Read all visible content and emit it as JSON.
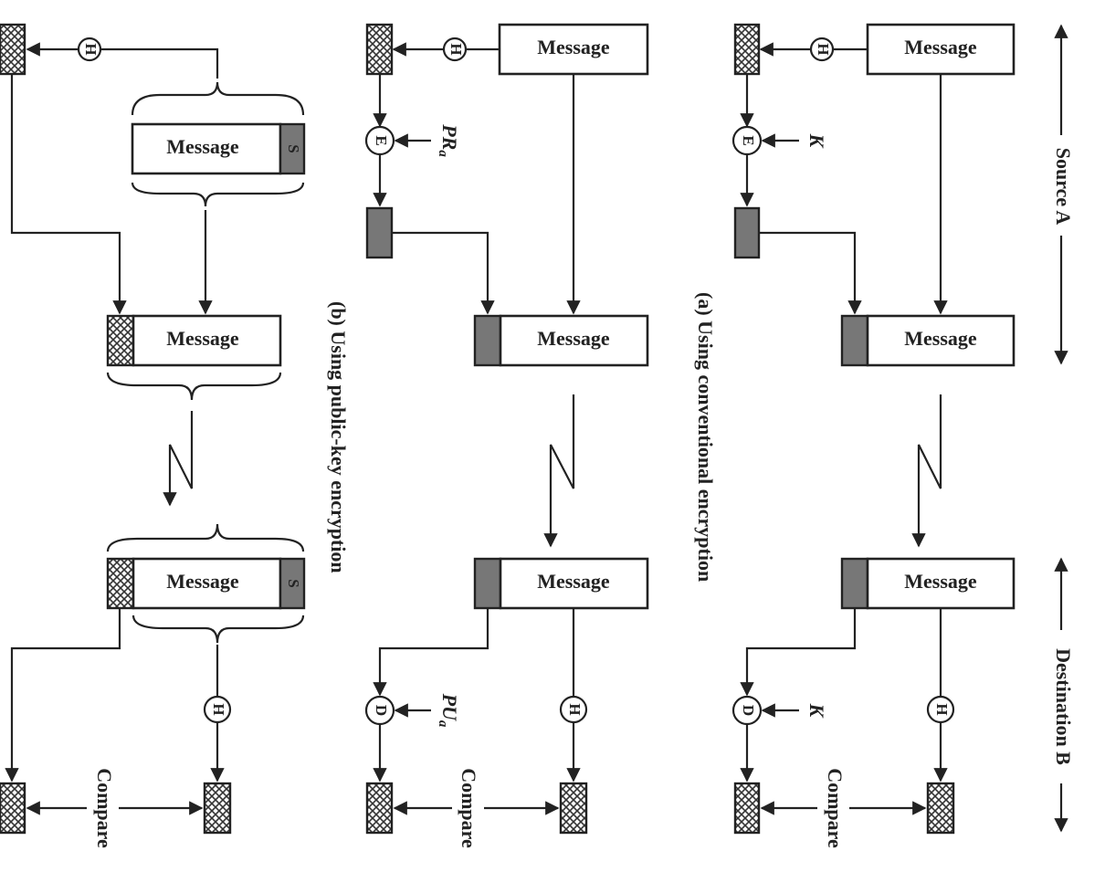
{
  "labels": {
    "message": "Message",
    "hash": "H",
    "encrypt": "E",
    "decrypt": "D",
    "signature": "S",
    "key_k": "K",
    "key_pr": "PR",
    "key_pr_sub": "a",
    "key_pu": "PU",
    "key_pu_sub": "a",
    "compare": "Compare"
  },
  "captions": {
    "a": "(a) Using conventional encryption",
    "b": "(b) Using public-key encryption"
  },
  "header": {
    "source": "Source A",
    "destination": "Destination B"
  },
  "colors": {
    "line": "#222222",
    "mac_fill": "#777777",
    "background": "#ffffff"
  }
}
